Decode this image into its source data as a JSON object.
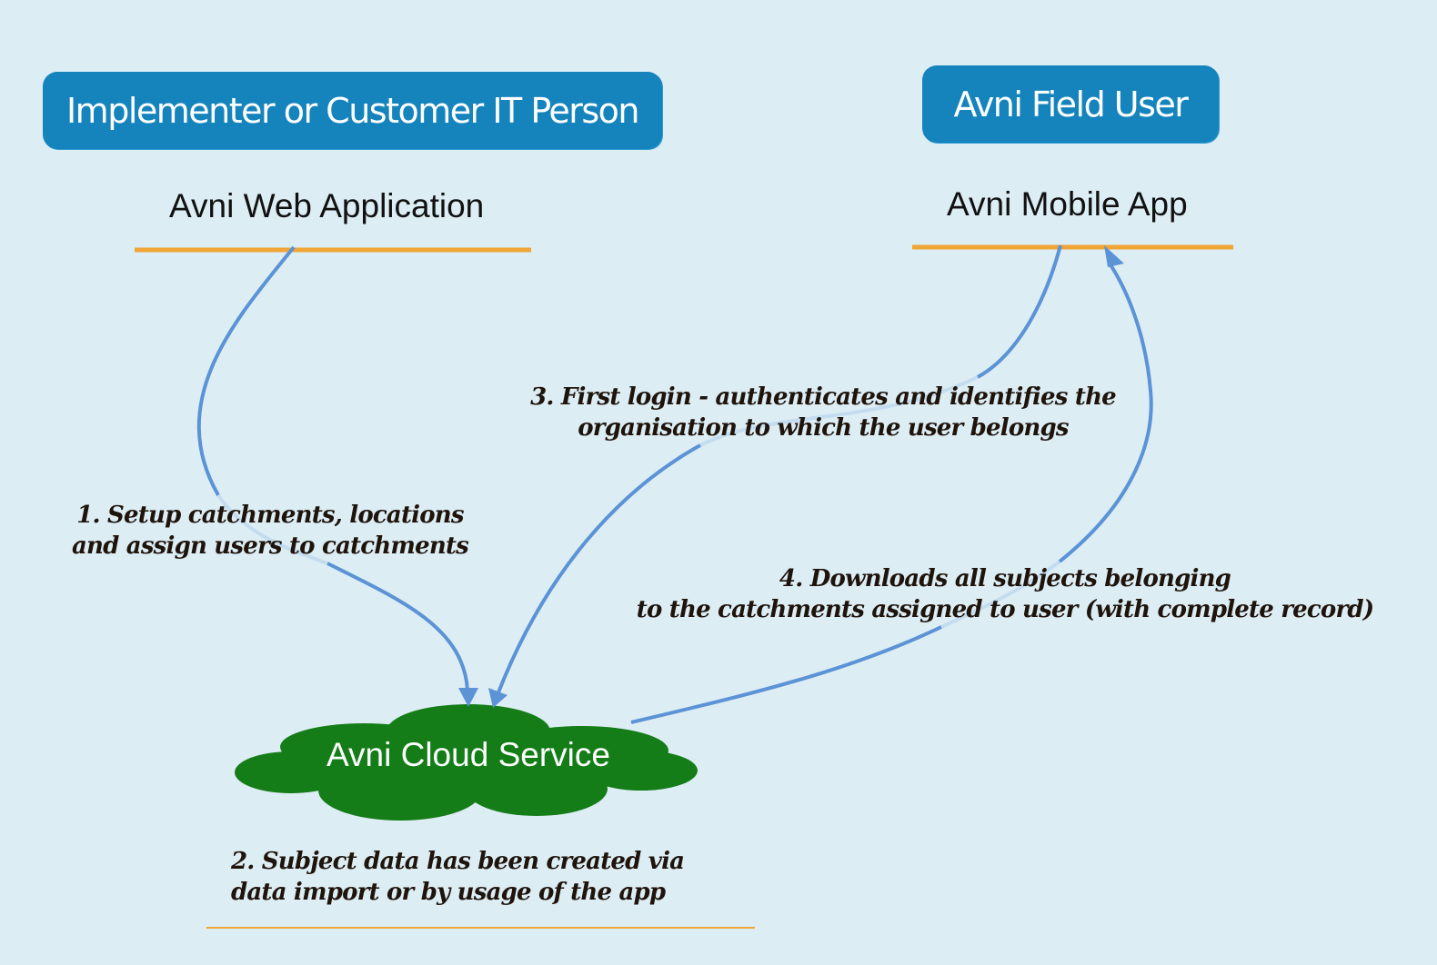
{
  "actors": {
    "implementer": "Implementer or Customer IT Person",
    "field_user": "Avni Field User"
  },
  "systems": {
    "web_app": "Avni Web Application",
    "mobile_app": "Avni Mobile App",
    "cloud": "Avni Cloud Service"
  },
  "steps": {
    "step1": [
      "1. Setup catchments, locations",
      "and assign users to catchments"
    ],
    "step2": [
      "2. Subject data has been created via",
      "data import or by usage of the app"
    ],
    "step3": [
      "3. First login - authenticates and identifies the",
      "organisation to which the user belongs"
    ],
    "step4": [
      "4. Downloads all subjects belonging",
      "to the catchments assigned to user (with complete record)"
    ]
  },
  "edges": [
    {
      "from": "web_app",
      "to": "cloud",
      "label": "step1"
    },
    {
      "from": "mobile_app",
      "to": "cloud",
      "label": "step3"
    },
    {
      "from": "cloud",
      "to": "mobile_app",
      "label": "step4"
    }
  ],
  "colors": {
    "background": "#ddedf4",
    "actor_fill": "#1584bd",
    "underline": "#f0a535",
    "arrow": "#5b93d6",
    "cloud_fill": "#147d18",
    "label_text": "#1e140c"
  }
}
